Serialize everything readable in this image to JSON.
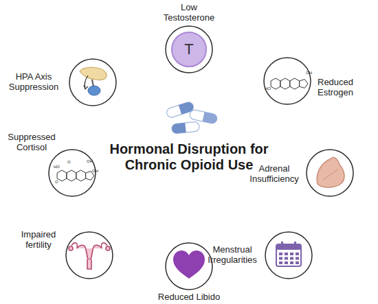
{
  "diagram": {
    "title": "Hormonal Disruption for Chronic Opioid Use",
    "nodes": [
      {
        "text": [
          "Low Testosterone"
        ]
      },
      {
        "text": [
          "Reduced Estrogen"
        ]
      },
      {
        "text": [
          "Adrenal Insufficiency"
        ]
      },
      {
        "text": [
          "Menstrual Irregularities"
        ]
      },
      {
        "text": [
          "Reduced Libido"
        ]
      },
      {
        "text": [
          "Impaired fertility"
        ]
      },
      {
        "text": [
          "Suppressed Cortisol"
        ]
      },
      {
        "text": [
          "HPA Axis Suppression"
        ]
      }
    ],
    "labels": [
      "T",
      "OH",
      "HO",
      "HO",
      "O",
      "OH",
      "OH",
      "O"
    ]
  }
}
